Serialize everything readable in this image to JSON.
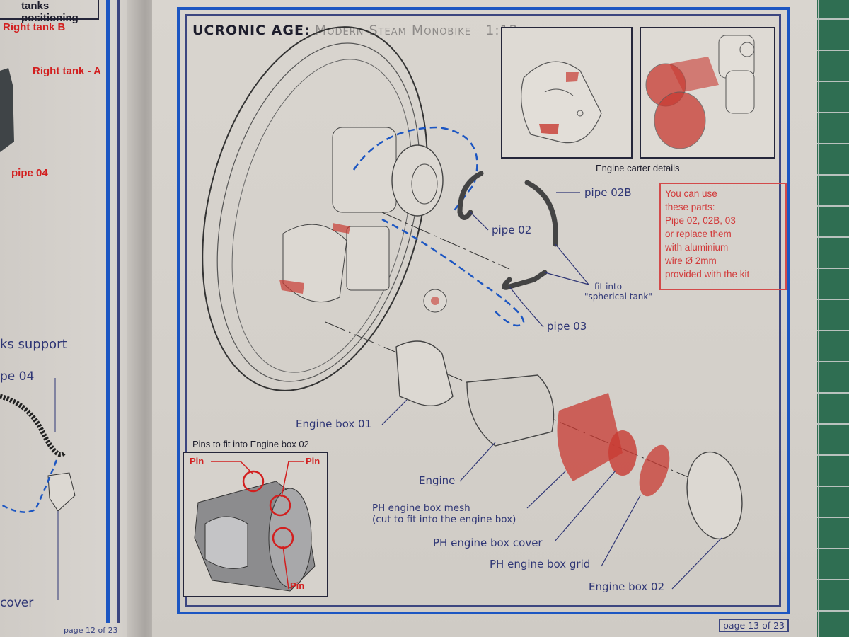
{
  "left_page": {
    "header": "tanks positioning",
    "labels": {
      "right_tank_b": "Right tank B",
      "right_tank_a": "Right tank - A",
      "pipe_04_red": "pipe 04",
      "tanks_support": "ks support",
      "pipe_04_blue": "pe 04",
      "cover": "cover"
    },
    "page_number": "page 12 of 23"
  },
  "right_page": {
    "title": {
      "brand": "UCRONIC AGE:",
      "subtitle": "Modern Steam Monobike",
      "scale": "1:12"
    },
    "detail_caption": "Engine carter details",
    "note": {
      "lines": [
        "You can use",
        "these parts:",
        "Pipe 02, 02B, 03",
        "or replace them",
        "with aluminium",
        "wire Ø 2mm",
        "provided with the kit"
      ]
    },
    "labels": {
      "pipe_02b": "pipe 02B",
      "pipe_02": "pipe 02",
      "pipe_03": "pipe 03",
      "fit_into": "fit into",
      "spherical_tank": "\"spherical tank\"",
      "engine_box_01": "Engine box 01",
      "engine": "Engine",
      "mesh": "PH engine box mesh",
      "mesh_note": "(cut to fit into the engine box)",
      "cover": "PH engine box cover",
      "grid": "PH engine box grid",
      "engine_box_02": "Engine box 02"
    },
    "pins_inset": {
      "caption": "Pins to fit into Engine box 02",
      "pin_label": "Pin"
    },
    "page_number": "page 13 of 23"
  },
  "colors": {
    "frame_blue": "#1c56c2",
    "frame_navy": "#3c4680",
    "label_navy": "#2f3675",
    "accent_red": "#d21f1f",
    "mesh_red": "#c83a32",
    "mat_green": "#2f6e52"
  }
}
